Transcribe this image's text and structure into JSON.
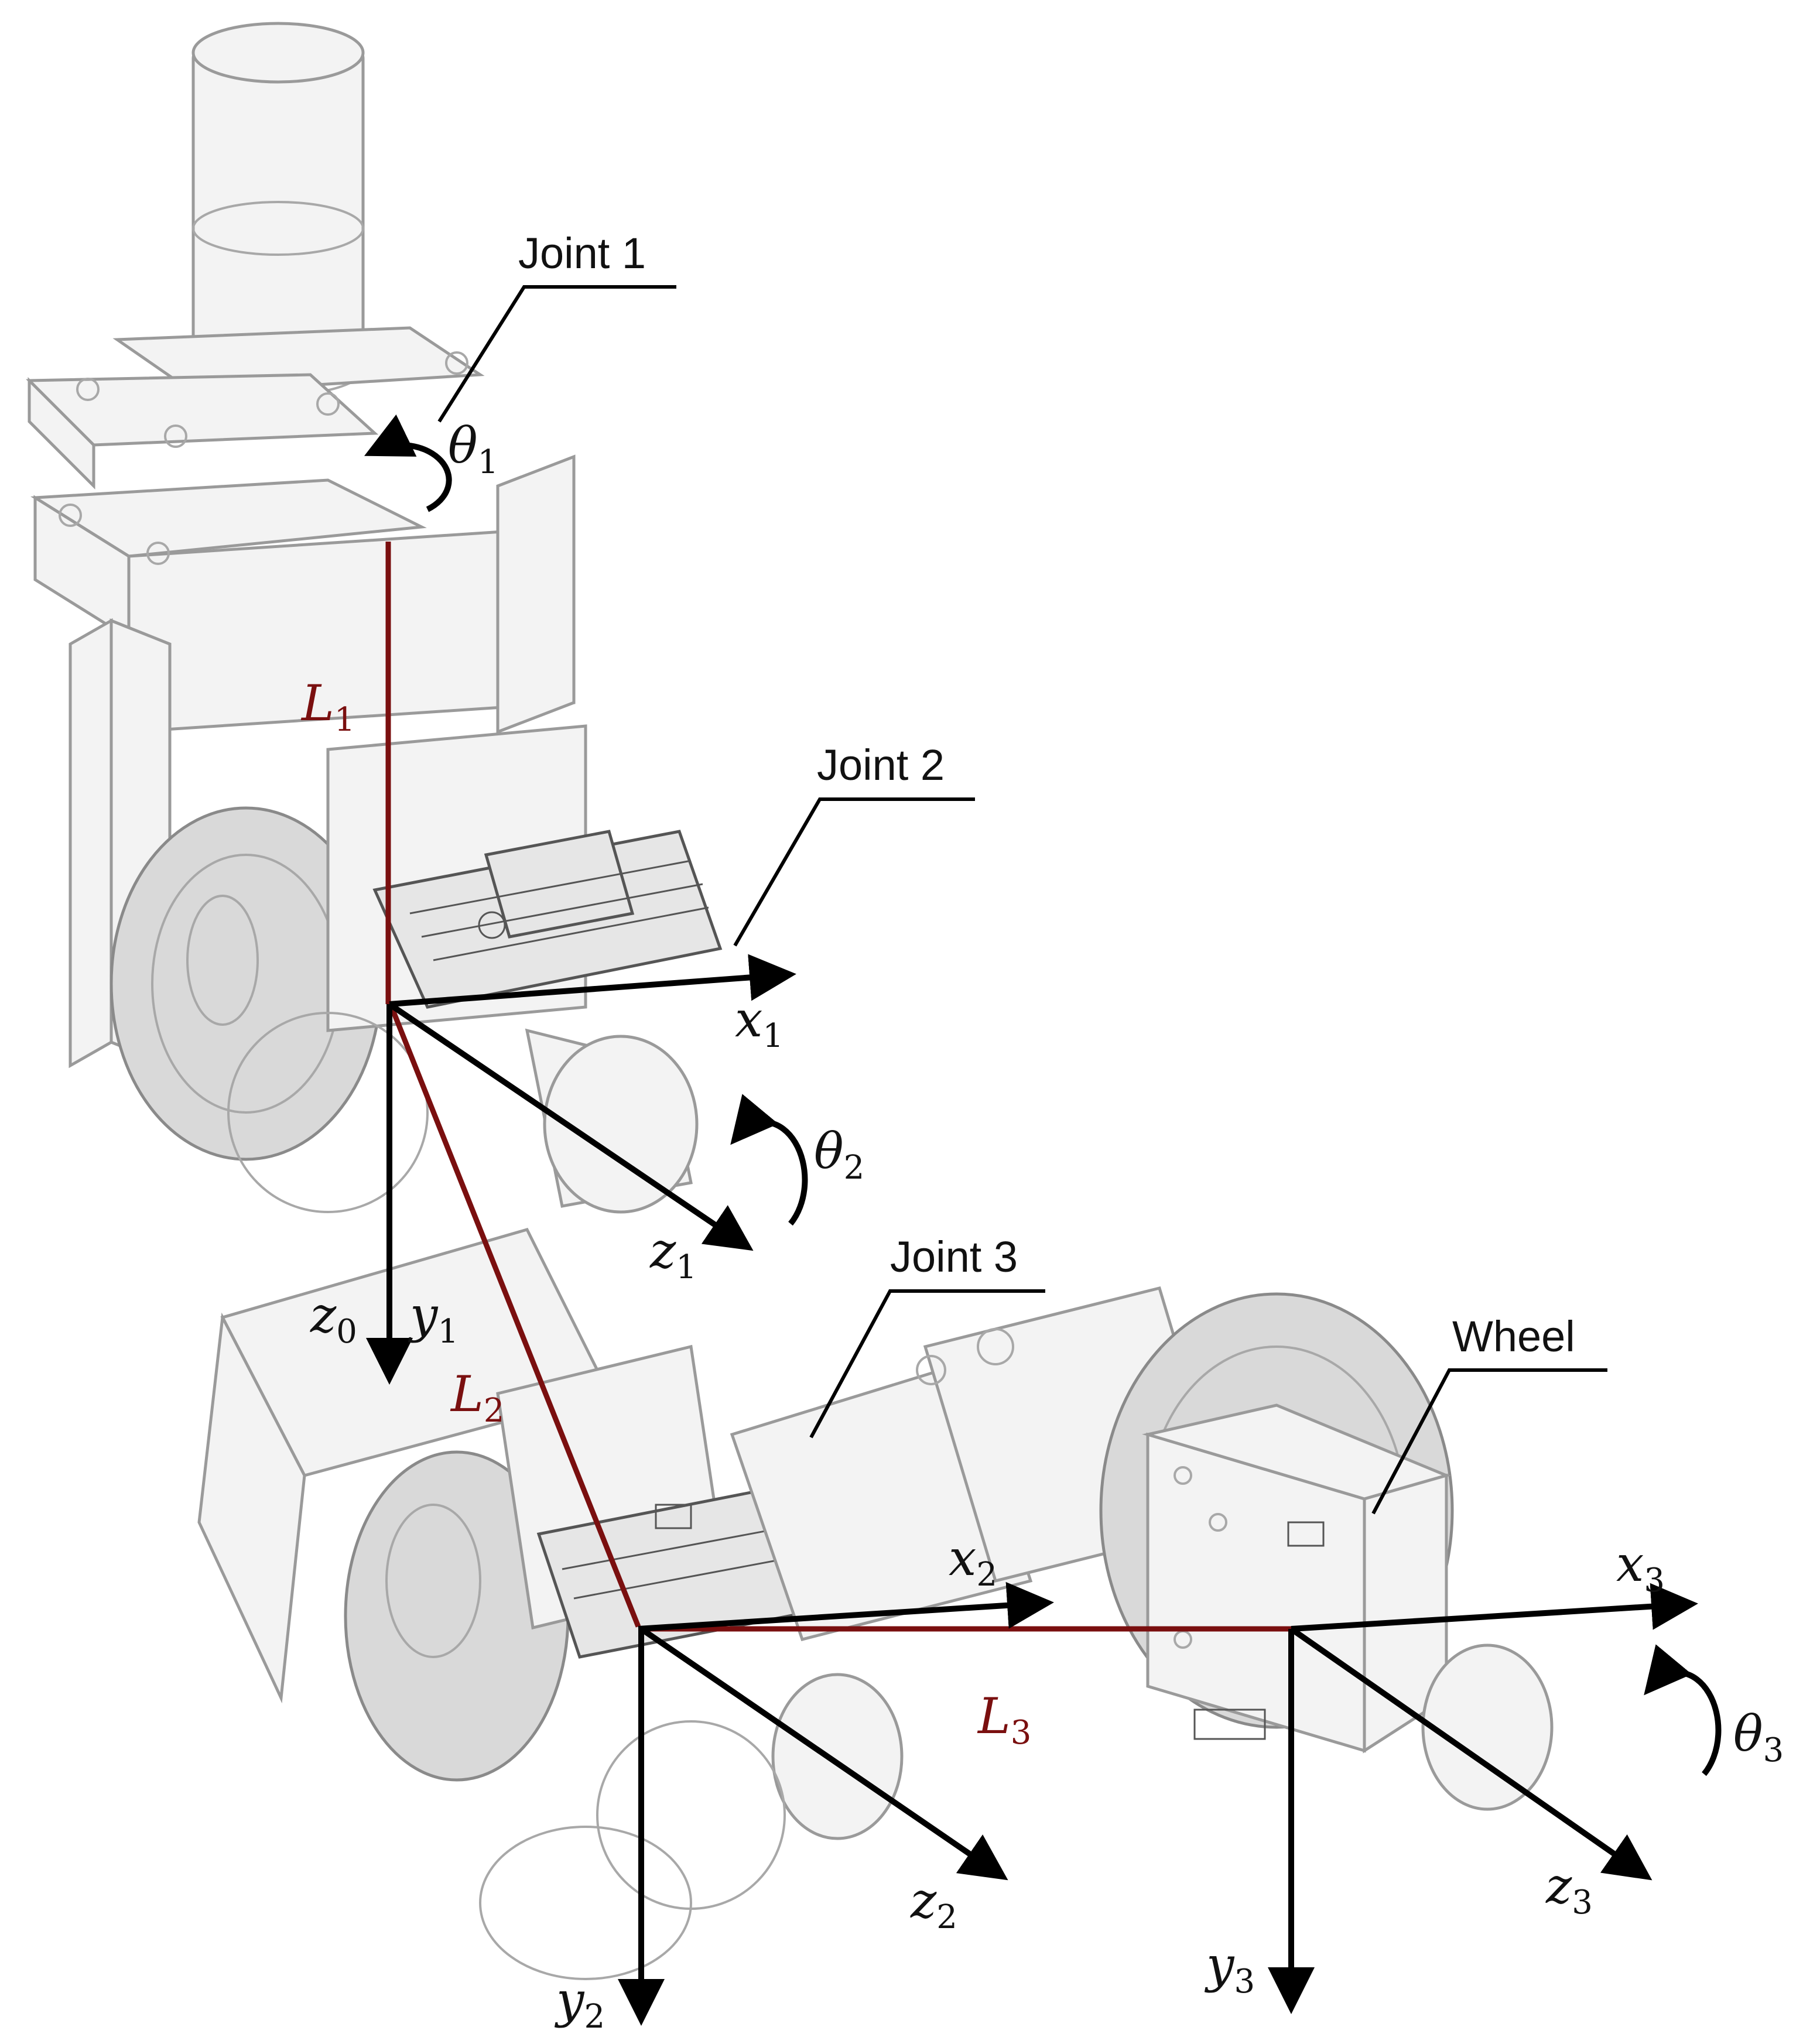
{
  "labels": {
    "joint1": "Joint 1",
    "joint2": "Joint 2",
    "joint3": "Joint 3",
    "wheel": "Wheel"
  },
  "links": {
    "l1": {
      "symbol": "L",
      "sub": "1"
    },
    "l2": {
      "symbol": "L",
      "sub": "2"
    },
    "l3": {
      "symbol": "L",
      "sub": "3"
    }
  },
  "angles": {
    "theta1": {
      "symbol": "θ",
      "sub": "1"
    },
    "theta2": {
      "symbol": "θ",
      "sub": "2"
    },
    "theta3": {
      "symbol": "θ",
      "sub": "3"
    }
  },
  "axes": {
    "x1": {
      "symbol": "x",
      "sub": "1"
    },
    "y1": {
      "symbol": "y",
      "sub": "1"
    },
    "z1": {
      "symbol": "z",
      "sub": "1"
    },
    "z0": {
      "symbol": "z",
      "sub": "0"
    },
    "x2": {
      "symbol": "x",
      "sub": "2"
    },
    "y2": {
      "symbol": "y",
      "sub": "2"
    },
    "z2": {
      "symbol": "z",
      "sub": "2"
    },
    "x3": {
      "symbol": "x",
      "sub": "3"
    },
    "y3": {
      "symbol": "y",
      "sub": "3"
    },
    "z3": {
      "symbol": "z",
      "sub": "3"
    }
  },
  "colors": {
    "link": "#7a0f0f",
    "axis": "#000000",
    "drawing": "#9a9a9a"
  }
}
